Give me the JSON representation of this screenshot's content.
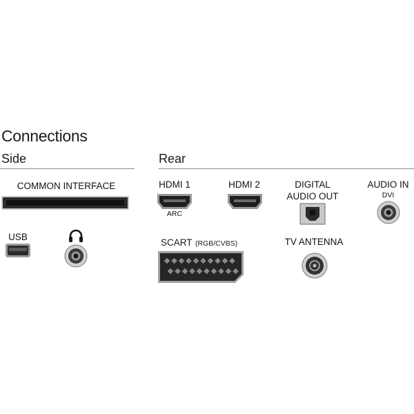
{
  "title": "Connections",
  "side": {
    "heading": "Side",
    "common_interface": "COMMON INTERFACE",
    "usb": "USB"
  },
  "rear": {
    "heading": "Rear",
    "hdmi1": "HDMI 1",
    "hdmi1_sub": "ARC",
    "hdmi2": "HDMI 2",
    "digital_line1": "DIGITAL",
    "digital_line2": "AUDIO OUT",
    "audio_in": "AUDIO IN",
    "audio_in_sub": "DVI",
    "scart": "SCART",
    "scart_sub": "(RGB/CVBS)",
    "tv_antenna": "TV ANTENNA"
  },
  "icons": [
    "headphone-icon"
  ]
}
